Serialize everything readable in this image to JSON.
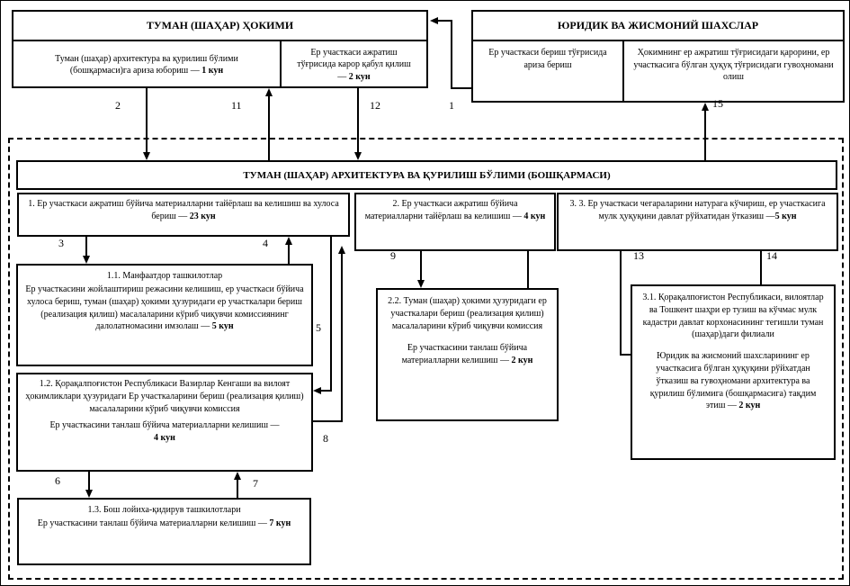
{
  "hokim_group": {
    "header": "ТУМАН (ШАҲАР) ҲОКИМИ",
    "cell_send": {
      "text": "Туман (шаҳар) архитектура ва қурилиш бўлими (бошқармаси)га ариза юбориш — ",
      "bold": "1 кун"
    },
    "cell_decision": {
      "text": "Ер участкаси ажратиш тўғрисида карор қабул қилиш — ",
      "bold": "2 кун"
    }
  },
  "legal_group": {
    "header": "ЮРИДИК ВА ЖИСМОНИЙ ШАХСЛАР",
    "cell_apply": {
      "text": "Ер участкаси бериш тўғрисида ариза бериш"
    },
    "cell_receive": {
      "text": "Ҳокимнинг ер ажратиш тўғрисидаги қарорини, ер участкасига бўлган ҳуқуқ тўғрисидаги гувоҳномани олиш"
    }
  },
  "department": {
    "header": "ТУМАН (ШАҲАР) АРХИТЕКТУРА ВА ҚУРИЛИШ БЎЛИМИ (БОШҚАРМАСИ)"
  },
  "boxes": {
    "b1": {
      "text": "1. Ер участкаси ажратиш бўйича материалларни тайёрлаш ва келишиш ва хулоса бериш — ",
      "bold": "23 кун"
    },
    "b2": {
      "text": "2. Ер участкаси ажратиш бўйича материалларни тайёрлаш ва келишиш — ",
      "bold": "4 кун"
    },
    "b3": {
      "text": "3. 3. Ер участкаси чегараларини натурага кўчириш, ер участкасига мулк ҳуқуқини давлат рўйхатидан ўтказиш —",
      "bold": "5 кун"
    },
    "b11": {
      "title": "1.1. Манфаатдор ташкилотлар",
      "text": "Ер участкасини жойлаштириш режасини келишиш, ер участкаси бўйича хулоса бериш, туман (шаҳар) ҳокими ҳузуридаги ер участкалари бериш (реализация қилиш) масалаларини кўриб чиқувчи комиссиянинг далолатномасини имзолаш — ",
      "bold": "5 кун"
    },
    "b12": {
      "text": "1.2. Қорақалпоғистон Республикаси Вазирлар Кенгаши ва вилоят ҳокимликлари ҳузуридаги Ер участкаларини бериш (реализация қилиш) масалаларини кўриб чиқувчи комиссия",
      "text2": "Ер участкасини танлаш бўйича материалларни келишиш —",
      "bold2": "4 кун"
    },
    "b13": {
      "title": "1.3. Бош лойиха-қидирув ташкилотлари",
      "text": "Ер участкасини танлаш бўйича материалларни келишиш — ",
      "bold": "7 кун"
    },
    "b22": {
      "text": "2.2. Туман (шаҳар) ҳокими ҳузуридаги ер участкалари бериш (реализация қилиш) масалаларини кўриб чиқувчи комиссия",
      "text2": "Ер участкасини танлаш бўйича материалларни келишиш — ",
      "bold2": "2 кун"
    },
    "b31": {
      "text": "3.1. Қорақалпоғистон Республикаси, вилоятлар ва Тошкент шаҳри ер тузиш ва кўчмас мулк кадастри давлат корхонасининг тегишли туман (шаҳар)даги филиали",
      "text2": "Юридик ва жисмоний шахсларининг ер участкасига бўлган ҳуқуқини рўйхатдан ўтказиш ва гувоҳномани архитектура ва қурилиш бўлимига (бошқармасига) тақдим этиш — ",
      "bold2": "2 кун"
    }
  },
  "labels": {
    "l1": "1",
    "l2": "2",
    "l3": "3",
    "l4": "4",
    "l5": "5",
    "l6": "6",
    "l7": "7",
    "l8": "8",
    "l9": "9",
    "l11": "11",
    "l12": "12",
    "l13": "13",
    "l14": "14",
    "l15": "15"
  }
}
